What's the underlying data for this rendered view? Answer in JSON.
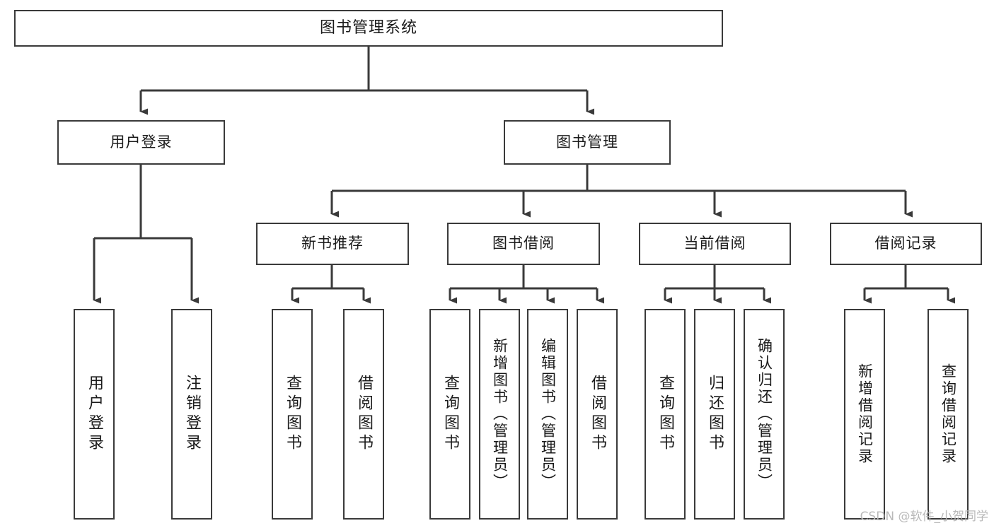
{
  "diagram": {
    "title": "图书管理系统",
    "type": "tree-hierarchy",
    "watermark": "CSDN @软件_小贺同学",
    "colors": {
      "box_border": "#3a3a3a",
      "box_fill": "#ffffff",
      "connector": "#3a3a3a",
      "text": "#1a1a1a",
      "watermark": "#b9b9b9"
    },
    "root": {
      "label": "图书管理系统"
    },
    "level2": [
      {
        "label": "用户登录"
      },
      {
        "label": "图书管理"
      }
    ],
    "level3": [
      {
        "label": "新书推荐"
      },
      {
        "label": "图书借阅"
      },
      {
        "label": "当前借阅"
      },
      {
        "label": "借阅记录"
      }
    ],
    "leaves": {
      "user_login": [
        {
          "label": "用户登录"
        },
        {
          "label": "注销登录"
        }
      ],
      "new_book_recommend": [
        {
          "label": "查询图书"
        },
        {
          "label": "借阅图书"
        }
      ],
      "book_borrow": [
        {
          "label": "查询图书"
        },
        {
          "label": "新增图书（管理员）"
        },
        {
          "label": "编辑图书（管理员）"
        },
        {
          "label": "借阅图书"
        }
      ],
      "current_borrow": [
        {
          "label": "查询图书"
        },
        {
          "label": "归还图书"
        },
        {
          "label": "确认归还（管理员）"
        }
      ],
      "borrow_record": [
        {
          "label": "新增借阅记录"
        },
        {
          "label": "查询借阅记录"
        }
      ]
    }
  }
}
